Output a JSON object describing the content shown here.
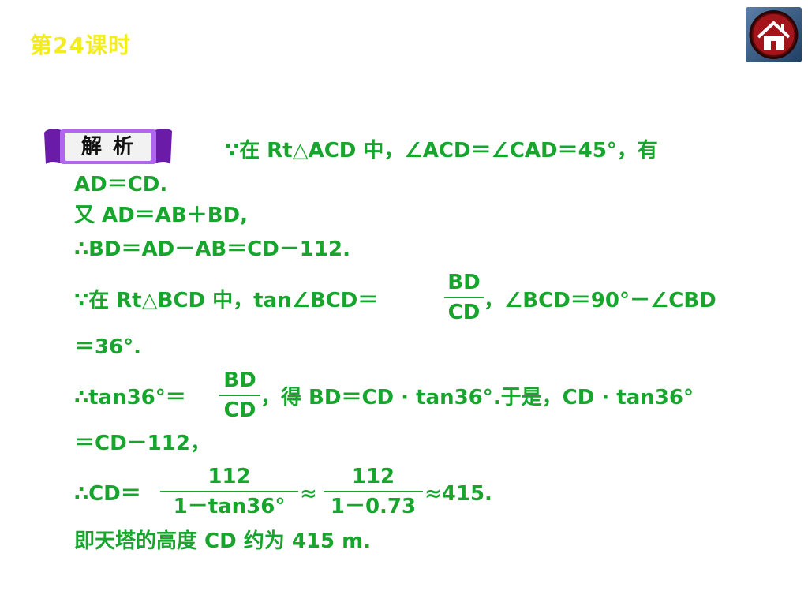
{
  "header": {
    "lesson_title": "第24课时",
    "home_icon": "home-icon"
  },
  "badge": {
    "label": "解析"
  },
  "lines": {
    "l1": "∵在 Rt△ACD 中，∠ACD＝∠CAD＝45°，有",
    "l2": "AD＝CD.",
    "l3": "又 AD＝AB＋BD,",
    "l4": "∴BD＝AD－AB＝CD－112.",
    "l5a": "∵在 Rt△BCD 中，tan∠BCD＝",
    "l5b": "，∠BCD＝90°－∠CBD",
    "l6": "＝36°.",
    "l7a": "∴tan36°＝",
    "l7b": "，得 BD＝CD · tan36°.于是，CD · tan36°",
    "l8": "＝CD－112，",
    "l9a": "∴CD＝",
    "l9b": "≈",
    "l9c": "≈415.",
    "l10": "即天塔的高度 CD 约为 415 m."
  },
  "fractions": {
    "f1": {
      "num": "BD",
      "den": "CD"
    },
    "f2": {
      "num": "BD",
      "den": "CD"
    },
    "f3": {
      "num": "112",
      "den": "1－tan36°"
    },
    "f4": {
      "num": "112",
      "den": "1－0.73"
    }
  },
  "colors": {
    "text": "#17a52d",
    "title": "#f3ec1f",
    "badge": "#8a2bd6"
  }
}
